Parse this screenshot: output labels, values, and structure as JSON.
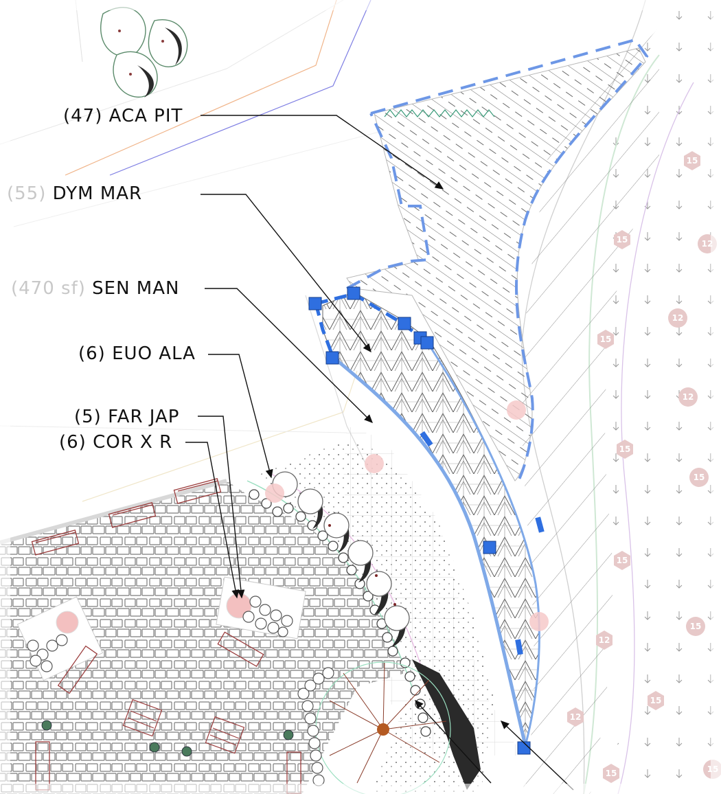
{
  "drawing": {
    "labels": [
      {
        "qty": "(47)",
        "name": "ACA PIT",
        "faded": false
      },
      {
        "qty": "(55)",
        "name": "DYM MAR",
        "faded": true
      },
      {
        "qty": "(470 sf)",
        "name": "SEN MAN",
        "faded": true
      },
      {
        "qty": "(6)",
        "name": "EUO ALA",
        "faded": false
      },
      {
        "qty": "(5)",
        "name": "FAR JAP",
        "faded": false
      },
      {
        "qty": "(6)",
        "name": "COR X R",
        "faded": false
      }
    ],
    "markers": [
      "15",
      "15",
      "12",
      "15",
      "12",
      "15",
      "12",
      "15",
      "15",
      "12",
      "15",
      "12",
      "15",
      "15",
      "15"
    ]
  },
  "colors": {
    "selection": "#2f6fe0",
    "selection_dash": "#7aa4e8",
    "paver_stroke": "#7c7c7c",
    "bench": "#9b3d3d",
    "marker_fill": "#e7c9c9",
    "marker_text": "#ffffff",
    "shrub_shadow": "#2a2a2a"
  }
}
